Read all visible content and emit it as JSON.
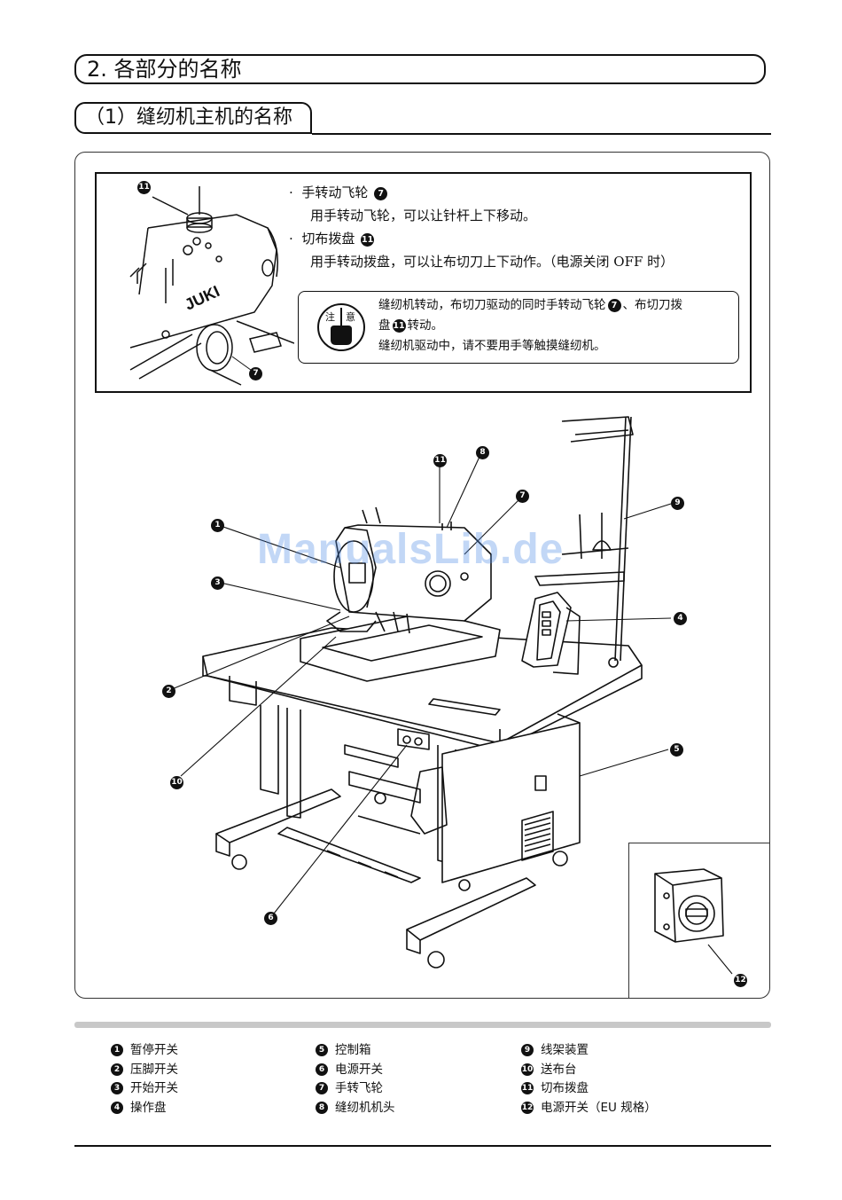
{
  "section": {
    "title": "2. 各部分的名称"
  },
  "subsection": {
    "title": "（1）缝纫机主机的名称"
  },
  "inset": {
    "items": [
      {
        "bullet": "·",
        "label": "手转动飞轮",
        "num": "7",
        "desc": "用手转动飞轮，可以让针杆上下移动。"
      },
      {
        "bullet": "·",
        "label": "切布拨盘",
        "num": "11",
        "desc": "用手转动拨盘，可以让布切刀上下动作。（电源关闭 OFF 时）"
      }
    ],
    "caution": {
      "icon_text": "注 意",
      "line1a": "缝纫机转动，布切刀驱动的同时手转动飞轮",
      "num1": "7",
      "line1b": "、布切刀拨",
      "line2a": "盘",
      "num2": "11",
      "line2b": "转动。",
      "line3": "缝纫机驱动中，请不要用手等触摸缝纫机。"
    },
    "brand": "JUKI"
  },
  "watermark": "ManualsLib.de",
  "callouts": [
    "1",
    "2",
    "3",
    "4",
    "5",
    "6",
    "7",
    "8",
    "9",
    "10",
    "11",
    "12"
  ],
  "legend": {
    "col1": [
      {
        "num": "1",
        "label": "暂停开关"
      },
      {
        "num": "2",
        "label": "压脚开关"
      },
      {
        "num": "3",
        "label": "开始开关"
      },
      {
        "num": "4",
        "label": "操作盘"
      }
    ],
    "col2": [
      {
        "num": "5",
        "label": "控制箱"
      },
      {
        "num": "6",
        "label": "电源开关"
      },
      {
        "num": "7",
        "label": "手转飞轮"
      },
      {
        "num": "8",
        "label": "缝纫机机头"
      }
    ],
    "col3": [
      {
        "num": "9",
        "label": "线架装置"
      },
      {
        "num": "10",
        "label": "送布台"
      },
      {
        "num": "11",
        "label": "切布拨盘"
      },
      {
        "num": "12",
        "label": "电源开关（EU 规格）"
      }
    ]
  },
  "colors": {
    "ink": "#111111",
    "watermark": "#508ce6",
    "legend_bar": "#c8c8c8"
  }
}
